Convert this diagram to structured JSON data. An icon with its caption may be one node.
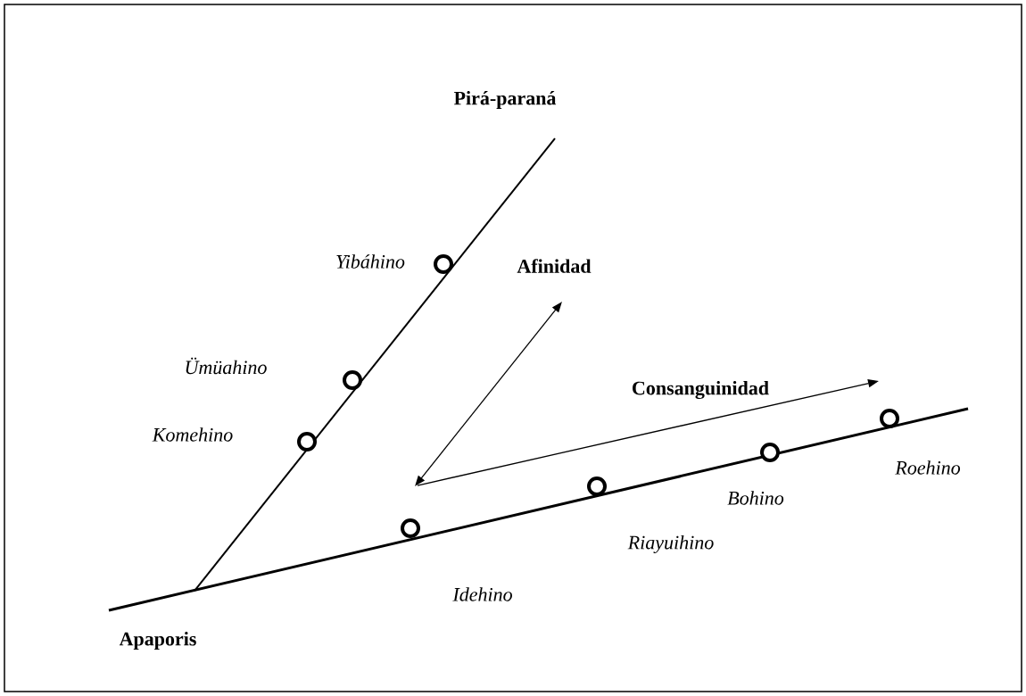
{
  "diagram": {
    "nodes": [
      {
        "text": [],
        "shape": "circle",
        "beside": [
          "Yibáhino"
        ]
      },
      {
        "text": [],
        "shape": "circle",
        "beside": [
          "Ümüahino"
        ]
      },
      {
        "text": [],
        "shape": "circle",
        "beside": [
          "Komehino"
        ]
      },
      {
        "text": [],
        "shape": "circle",
        "beside": [
          "Idehino"
        ]
      },
      {
        "text": [],
        "shape": "circle",
        "beside": [
          "Riayuihino"
        ]
      },
      {
        "text": [],
        "shape": "circle",
        "beside": [
          "Bohino"
        ]
      },
      {
        "text": [],
        "shape": "circle",
        "beside": [
          "Roehino"
        ]
      }
    ],
    "labels": [
      "Pirá-paraná",
      "Afinidad",
      "Consanguinidad",
      "Apaporis"
    ]
  }
}
